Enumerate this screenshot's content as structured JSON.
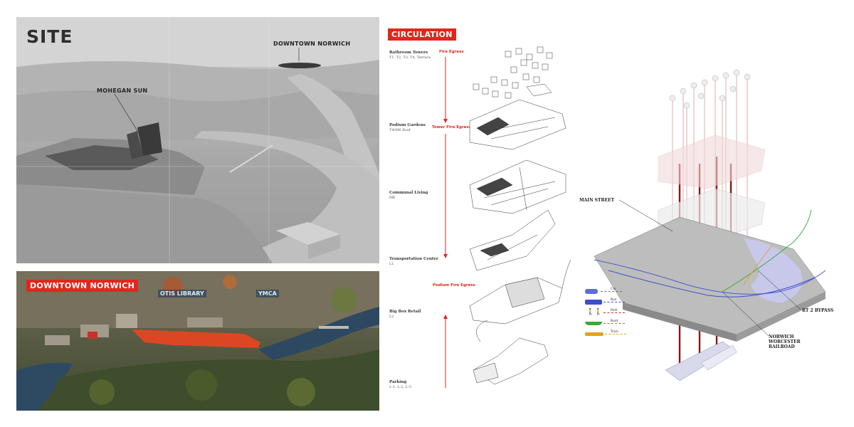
{
  "site": {
    "title": "SITE",
    "label_downtown": "DOWNTOWN NORWICH",
    "label_mohegan": "MOHEGAN SUN"
  },
  "downtown": {
    "title": "DOWNTOWN NORWICH",
    "label_otis": "OTIS LIBRARY",
    "label_ymca": "YMCA"
  },
  "circulation": {
    "title": "CIRCULATION",
    "levels": [
      {
        "name": "Bathroom Towers",
        "sub": "T1, T2, T3, T4, Terrace"
      },
      {
        "name": "Podium Gardens",
        "sub": "T4/M6 Roof"
      },
      {
        "name": "Communal Living",
        "sub": "M6"
      },
      {
        "name": "Transportation Center",
        "sub": "L1"
      },
      {
        "name": "Big Box Retail",
        "sub": "L2"
      },
      {
        "name": "Parking",
        "sub": "L-1, L-2, L-3"
      }
    ],
    "egress": [
      "Fire Egress",
      "Tower Fire Egress",
      "Podium Fire Egress"
    ]
  },
  "legend": [
    {
      "label": "Car",
      "color": "#5b6fd6"
    },
    {
      "label": "Bus",
      "color": "#3b4fc9"
    },
    {
      "label": "Pedi",
      "color": "#e2261c"
    },
    {
      "label": "Boat",
      "color": "#3aa83a"
    },
    {
      "label": "Train",
      "color": "#e3a21a"
    }
  ],
  "callouts": {
    "main_street": "MAIN STREET",
    "bypass": "RT 2 BYPASS",
    "railroad_1": "NORWICH",
    "railroad_2": "WORCESTER",
    "railroad_3": "RAILROAD"
  }
}
